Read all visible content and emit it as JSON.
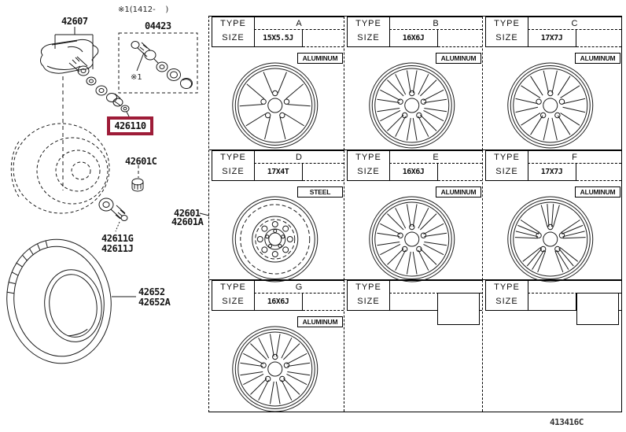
{
  "doc": {
    "note_top": "※1(1412-    )",
    "kit_ref_note": "※1",
    "figure_code": "413416C",
    "highlight_color": "#9e1c38"
  },
  "parts": {
    "sensor_label": "42607",
    "kit_label": "04423",
    "highlighted_label": "426110",
    "cap_label": "42601C",
    "valve_label_1": "42611G",
    "valve_label_2": "42611J",
    "wheel_label_1": "42601",
    "wheel_label_2": "42601A",
    "tire_label_1": "42652",
    "tire_label_2": "42652A"
  },
  "table": {
    "type_label": "TYPE",
    "size_label": "SIZE",
    "cells": [
      {
        "type": "A",
        "size": "15X5.5J",
        "material": "ALUMINUM",
        "wheel": "spoke5"
      },
      {
        "type": "B",
        "size": "16X6J",
        "material": "ALUMINUM",
        "wheel": "spoke10"
      },
      {
        "type": "C",
        "size": "17X7J",
        "material": "ALUMINUM",
        "wheel": "spoke8"
      },
      {
        "type": "D",
        "size": "17X4T",
        "material": "STEEL",
        "wheel": "steel"
      },
      {
        "type": "E",
        "size": "16X6J",
        "material": "ALUMINUM",
        "wheel": "spoke10"
      },
      {
        "type": "F",
        "size": "17X7J",
        "material": "ALUMINUM",
        "wheel": "twin5"
      },
      {
        "type": "G",
        "size": "16X6J",
        "material": "ALUMINUM",
        "wheel": "spoke10"
      },
      {
        "type": "",
        "size": "",
        "material": "",
        "wheel": ""
      },
      {
        "type": "",
        "size": "",
        "material": "",
        "wheel": ""
      }
    ]
  }
}
